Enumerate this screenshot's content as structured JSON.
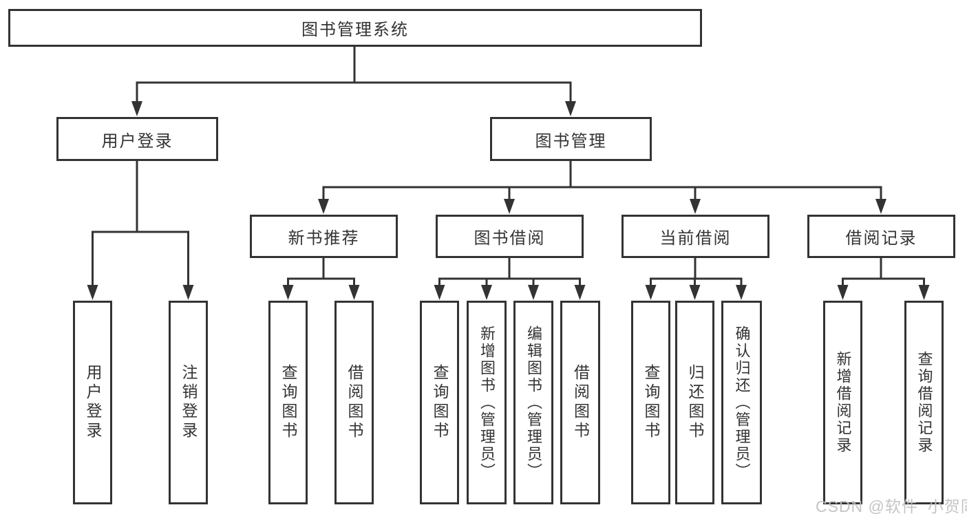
{
  "diagram": {
    "root": {
      "label": "图书管理系统"
    },
    "level2": [
      {
        "label": "用户登录"
      },
      {
        "label": "图书管理"
      }
    ],
    "level3": [
      {
        "label": "新书推荐"
      },
      {
        "label": "图书借阅"
      },
      {
        "label": "当前借阅"
      },
      {
        "label": "借阅记录"
      }
    ],
    "leaves": {
      "user_login": [
        "用户登录",
        "注销登录"
      ],
      "new_book": [
        "查询图书",
        "借阅图书"
      ],
      "book_borrow": [
        "查询图书",
        "新增图书（管理员）",
        "编辑图书（管理员）",
        "借阅图书"
      ],
      "current_borrow": [
        "查询图书",
        "归还图书",
        "确认归还（管理员）"
      ],
      "borrow_record": [
        "新增借阅记录",
        "查询借阅记录"
      ]
    }
  },
  "watermark": {
    "text": "CSDN @软件_小贺同学"
  },
  "colors": {
    "line": "#333333",
    "box_border": "#333333",
    "background": "#ffffff",
    "watermark": "#bfbfbf"
  }
}
